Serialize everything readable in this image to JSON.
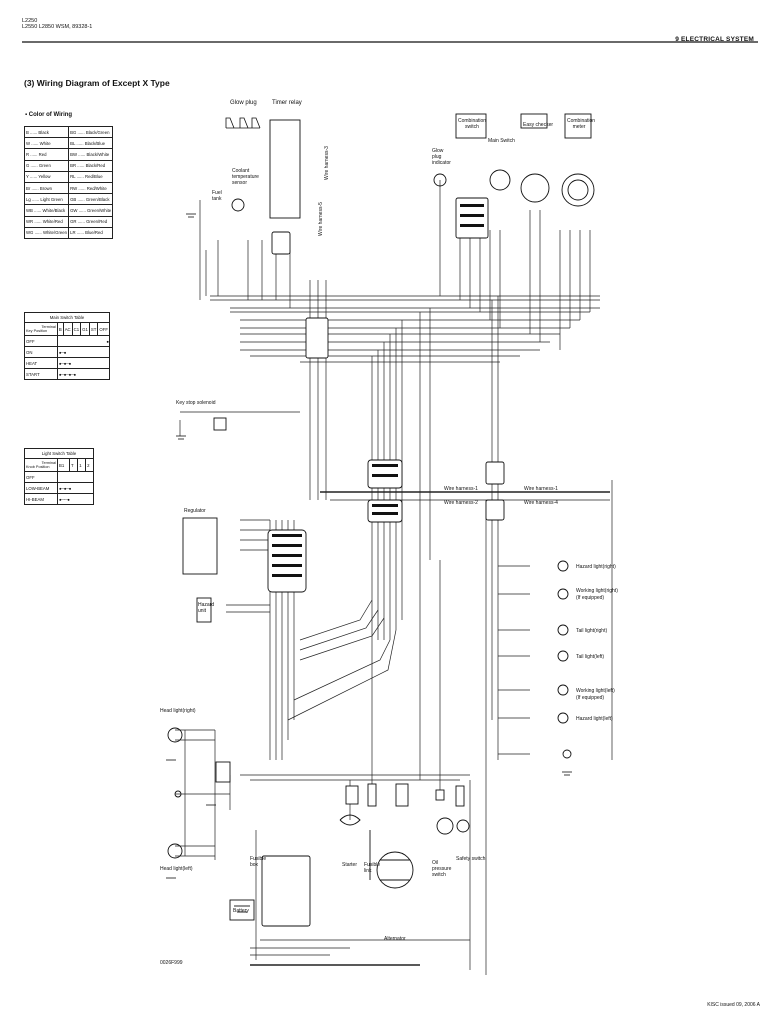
{
  "header": {
    "model_line1": "L2250",
    "model_line2": "L2550",
    "model_code": "L2850 WSM, 89328-1",
    "section": "9 ELECTRICAL SYSTEM"
  },
  "title": "(3) Wiring Diagram of Except X Type",
  "color_legend": {
    "title": "Color of Wiring",
    "rows": [
      [
        "B ...... Black",
        "BG ...... Black/Green"
      ],
      [
        "W ...... White",
        "BL ...... Black/Blue"
      ],
      [
        "R ...... Red",
        "BW ...... Black/White"
      ],
      [
        "G ...... Green",
        "BR ...... Black/Red"
      ],
      [
        "Y ...... Yellow",
        "RL ...... Red/Blue"
      ],
      [
        "Br ...... Brown",
        "RW ...... Red/White"
      ],
      [
        "Lg ...... Light Green",
        "GB ...... Green/Black"
      ],
      [
        "WB ...... White/Black",
        "GW ...... Green/White"
      ],
      [
        "WR ...... White/Red",
        "GR ...... Green/Red"
      ],
      [
        "WG ...... White/Green",
        "LR ...... Blue/Red"
      ]
    ]
  },
  "main_switch_table": {
    "title": "Main Switch Table",
    "terminal_label": "Terminal",
    "key_position_label": "Key Position",
    "columns": [
      "B",
      "AC",
      "C1",
      "G1",
      "ST",
      "OFF"
    ],
    "rows": [
      {
        "position": "OFF",
        "marks": "●"
      },
      {
        "position": "ON",
        "marks": "●—●"
      },
      {
        "position": "HEAT",
        "marks": "●—●—●"
      },
      {
        "position": "START",
        "marks": "●—●—●—●"
      }
    ]
  },
  "light_switch_table": {
    "title": "Light Switch Table",
    "terminal_label": "Terminal",
    "knob_position_label": "Knob Position",
    "columns": [
      "B1",
      "T",
      "1",
      "2"
    ],
    "rows": [
      {
        "position": "OFF",
        "marks": ""
      },
      {
        "position": "LOW-BEAM",
        "marks": "●—●—●"
      },
      {
        "position": "HI-BEAM",
        "marks": "●——●"
      }
    ]
  },
  "labels": {
    "glow_plug": "Glow plug",
    "timer_relay": "Timer relay",
    "coolant_sensor": "Coolant temperature sensor",
    "fuel_tank": "Fuel tank",
    "glow_plug_indicator": "Glow plug indicator",
    "combination_switch": "Combination switch",
    "main_switch": "Main Switch",
    "easy_checker": "Easy checker",
    "combination_meter": "Combination meter",
    "wire_harness_3": "Wire harness-3",
    "wire_harness_5": "Wire harness-5",
    "key_stop_solenoid": "Key stop solenoid",
    "regulator": "Regulator",
    "hazard_unit": "Hazard unit",
    "wire_harness_1a": "Wire harness-1",
    "wire_harness_2": "Wire harness-2",
    "wire_harness_1b": "Wire harness-1",
    "wire_harness_4": "Wire harness-4",
    "hazard_light_right": "Hazard light(right)",
    "working_light_right": "Working light(right)",
    "if_equipped_1": "(If equipped)",
    "tail_light_right": "Tail light(right)",
    "tail_light_left": "Tail light(left)",
    "working_light_left": "Working light(left)",
    "if_equipped_2": "(If equipped)",
    "hazard_light_left": "Hazard light(left)",
    "head_light_right": "Head light(right)",
    "head_light_left": "Head light(left)",
    "fusible_box": "Fusible box",
    "battery": "Battery",
    "starter": "Starter",
    "fusible_link": "Fusible link",
    "alternator": "Alternator",
    "oil_pressure_switch": "Oil pressure switch",
    "safety_switch": "Safety switch",
    "figure_code": "0026F999"
  },
  "footer": "KISC issued 09, 2006 A"
}
